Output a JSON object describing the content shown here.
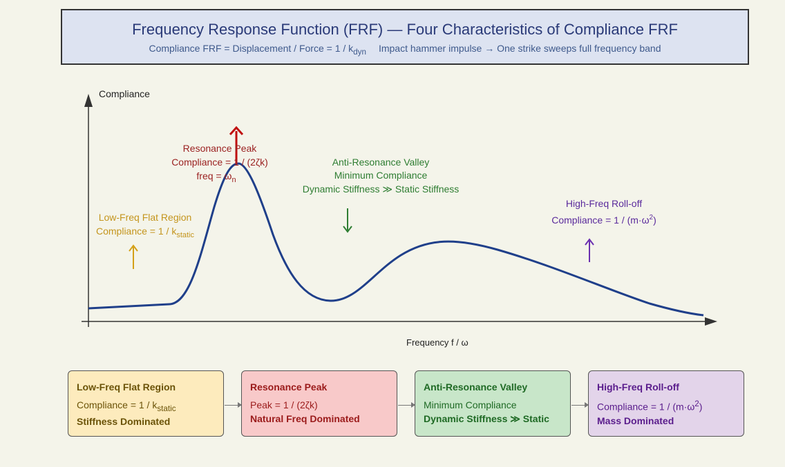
{
  "header": {
    "title": "Frequency Response Function (FRF) — Four Characteristics of Compliance FRF",
    "formula_main": "Compliance FRF = Displacement / Force = 1 / k",
    "formula_sub": "dyn",
    "note": "Impact hammer impulse → One strike sweeps full frequency band"
  },
  "plot": {
    "ylabel": "Compliance",
    "xlabel": "Frequency f / ω",
    "curve_color": "#1f3f8a"
  },
  "annotations": {
    "low": {
      "line1": "Low-Freq Flat Region",
      "line2_main": "Compliance = 1 / k",
      "line2_sub": "static",
      "color": "#c4951d"
    },
    "res": {
      "line1": "Resonance Peak",
      "line2": "Compliance = 1 / (2ζk)",
      "line3_main": "freq = ω",
      "line3_sub": "n",
      "color": "#9b2222",
      "arrow_color": "#c01010"
    },
    "anti": {
      "line1": "Anti-Resonance Valley",
      "line2": "Minimum Compliance",
      "line3": "Dynamic Stiffness ≫ Static Stiffness",
      "color": "#2e7d32"
    },
    "high": {
      "line1": "High-Freq Roll-off",
      "line2_main": "Compliance = 1 / (m·ω",
      "line2_sup": "2",
      "line2_end": ")",
      "color": "#5a2a9c"
    }
  },
  "boxes": [
    {
      "title": "Low-Freq Flat Region",
      "line1_main": "Compliance = 1 / k",
      "line1_sub": "static",
      "line2": "Stiffness Dominated"
    },
    {
      "title": "Resonance Peak",
      "line1": "Peak = 1 / (2ζk)",
      "line2": "Natural Freq Dominated"
    },
    {
      "title": "Anti-Resonance Valley",
      "line1": "Minimum Compliance",
      "line2": "Dynamic Stiffness ≫ Static"
    },
    {
      "title": "High-Freq Roll-off",
      "line1_main": "Compliance = 1 / (m·ω",
      "line1_sup": "2",
      "line1_end": ")",
      "line2": "Mass Dominated"
    }
  ]
}
